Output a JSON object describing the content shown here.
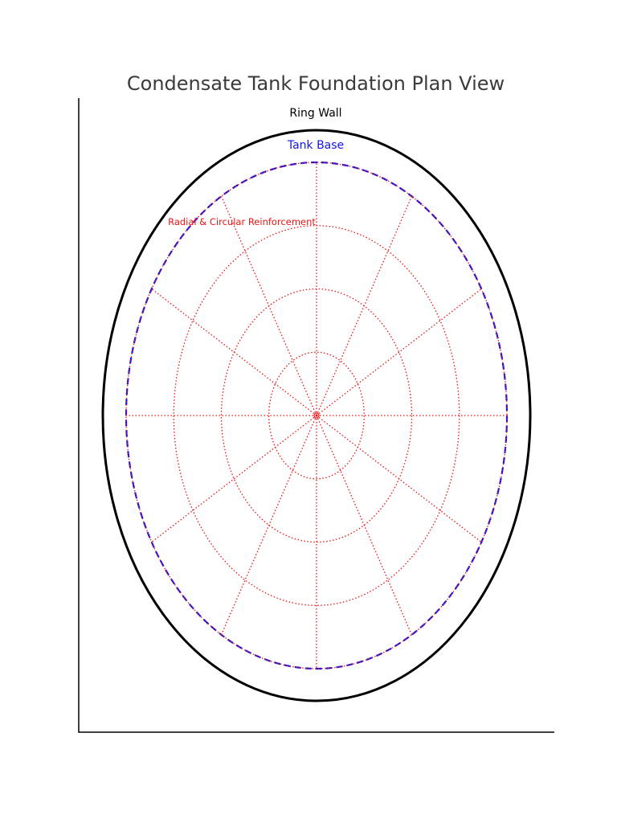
{
  "title": "Condensate Tank Foundation Plan View",
  "labels": {
    "ring_wall": "Ring Wall",
    "tank_base": "Tank Base",
    "reinforcement": "Radial & Circular Reinforcement"
  },
  "colors": {
    "ring_wall": "#000000",
    "tank_base": "#1515e8",
    "reinforcement": "#e81515",
    "axes": "#000000",
    "title": "#3b3b3b"
  },
  "diagram": {
    "ring_wall_line": "solid",
    "tank_base_line": "dashed",
    "reinforcement_line": "dotted",
    "circular_rings": 4,
    "radial_bars": 12,
    "axes_visible": [
      "left",
      "bottom"
    ]
  }
}
